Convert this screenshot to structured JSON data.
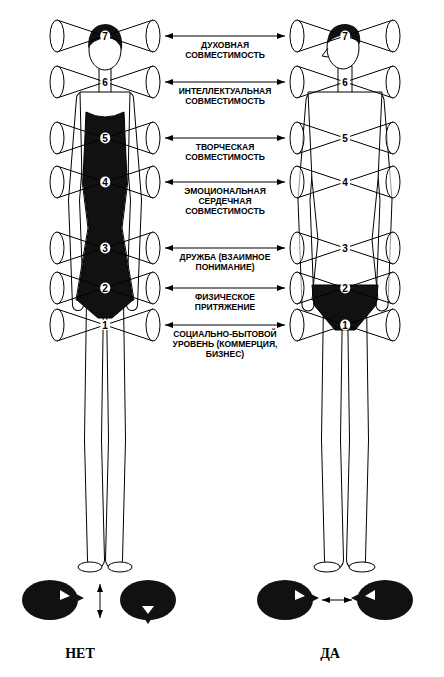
{
  "diagram": {
    "nodes": [
      {
        "text": [
          "7"
        ]
      },
      {
        "text": [
          "7"
        ]
      },
      {
        "text": [
          "6"
        ]
      },
      {
        "text": [
          "6"
        ]
      },
      {
        "text": [
          "5"
        ]
      },
      {
        "text": [
          "5"
        ]
      },
      {
        "text": [
          "4"
        ]
      },
      {
        "text": [
          "4"
        ]
      },
      {
        "text": [
          "3"
        ]
      },
      {
        "text": [
          "3"
        ]
      },
      {
        "text": [
          "2"
        ]
      },
      {
        "text": [
          "2"
        ]
      },
      {
        "text": [
          "1"
        ]
      },
      {
        "text": [
          "1"
        ]
      }
    ],
    "edges": [
      {
        "from": 0,
        "to": 1,
        "arrow": "both",
        "label": "ДУХОВНАЯ СОВМЕСТИМОСТЬ"
      },
      {
        "from": 2,
        "to": 3,
        "arrow": "both",
        "label": "ИНТЕЛЛЕКТУАЛЬНАЯ СОВМЕСТИМОСТЬ"
      },
      {
        "from": 4,
        "to": 5,
        "arrow": "both",
        "label": "ТВОРЧЕСКАЯ СОВМЕСТИМОСТЬ"
      },
      {
        "from": 6,
        "to": 7,
        "arrow": "both",
        "label": "ЭМОЦИОНАЛЬНАЯ СЕРДЕЧНАЯ СОВМЕСТИМОСТЬ"
      },
      {
        "from": 8,
        "to": 9,
        "arrow": "both",
        "label": "ДРУЖБА (ВЗАИМНОЕ ПОНИМАНИЕ)"
      },
      {
        "from": 10,
        "to": 11,
        "arrow": "both",
        "label": "ФИЗИЧЕСКОЕ ПРИТЯЖЕНИЕ"
      },
      {
        "from": 12,
        "to": 13,
        "arrow": "both",
        "label": "СОЦИАЛЬНО-БЫТОВОЙ УРОВЕНЬ (КОММЕРЦИЯ, БИЗНЕС)"
      }
    ],
    "labels": [
      "НЕТ",
      "ДА"
    ]
  }
}
